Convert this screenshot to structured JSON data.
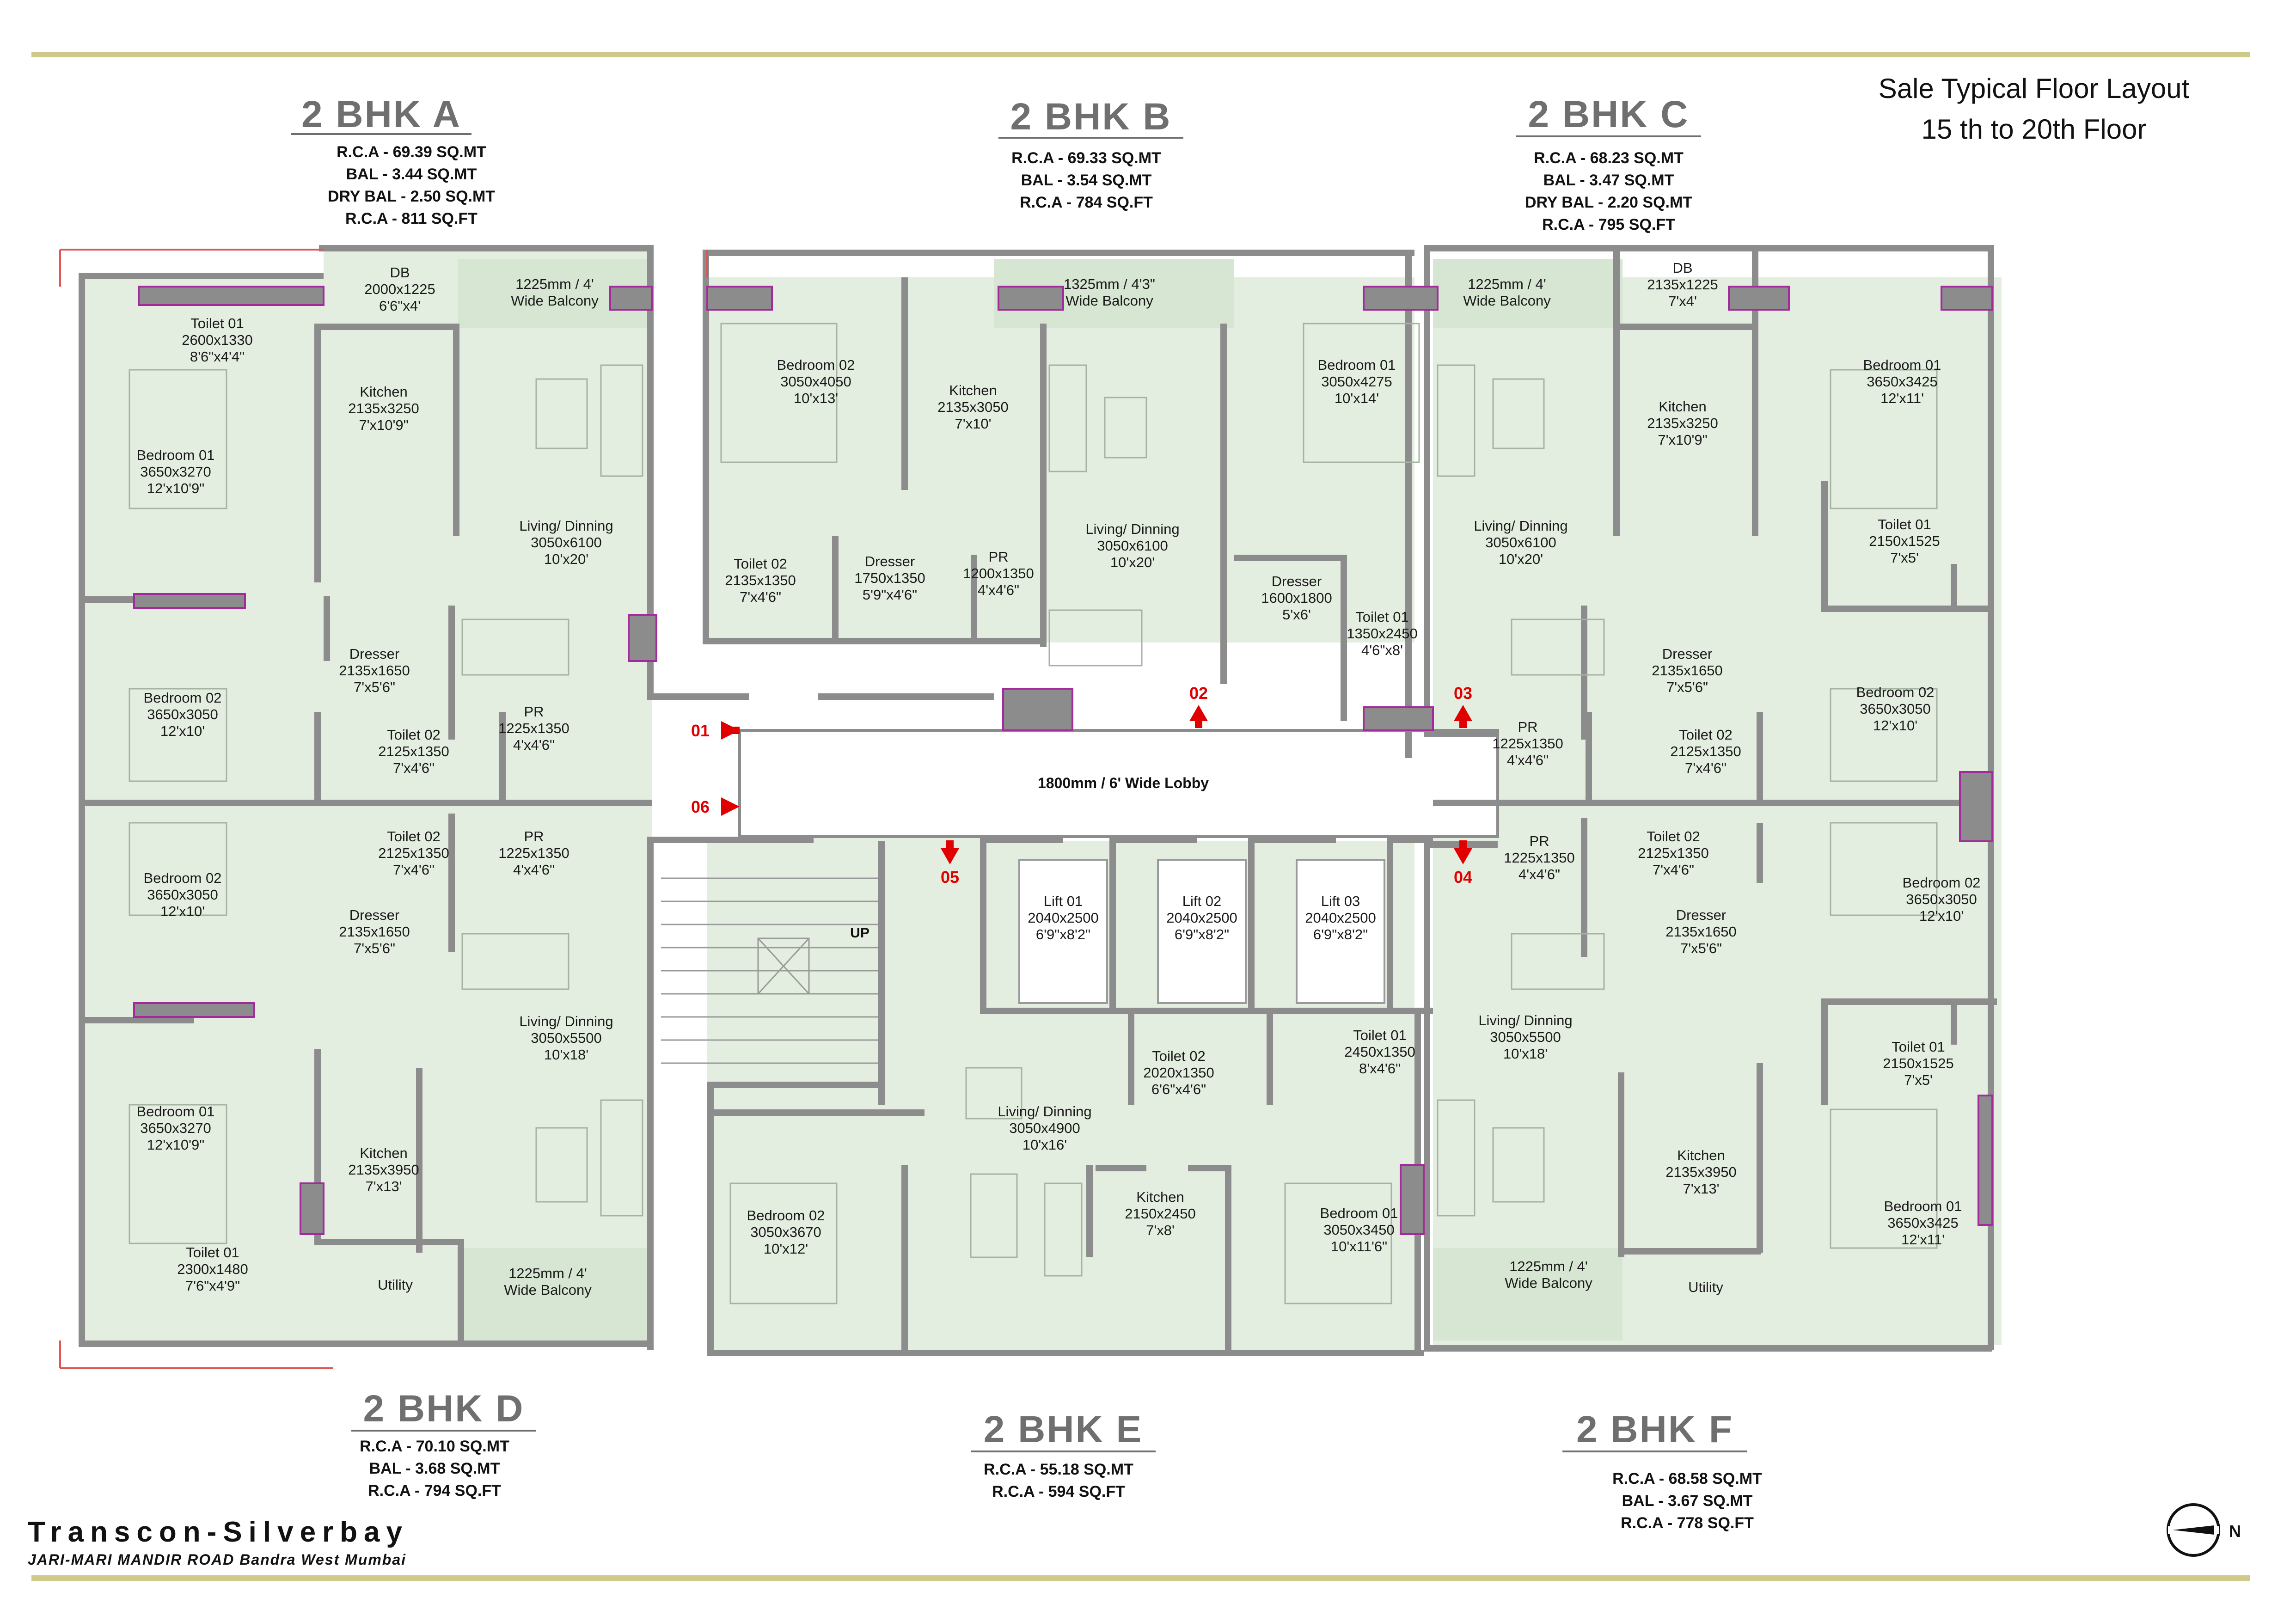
{
  "header": {
    "title_line1": "Sale Typical Floor Layout",
    "title_line2": "15 th to 20th Floor"
  },
  "units": {
    "a": {
      "name": "2 BHK  A",
      "specs": [
        "R.C.A - 69.39 SQ.MT",
        "BAL - 3.44 SQ.MT",
        "DRY BAL - 2.50 SQ.MT",
        "R.C.A - 811 SQ.FT"
      ]
    },
    "b": {
      "name": "2 BHK  B",
      "specs": [
        "R.C.A - 69.33 SQ.MT",
        "BAL - 3.54 SQ.MT",
        "R.C.A - 784 SQ.FT"
      ]
    },
    "c": {
      "name": "2 BHK  C",
      "specs": [
        "R.C.A - 68.23 SQ.MT",
        "BAL - 3.47 SQ.MT",
        "DRY BAL - 2.20 SQ.MT",
        "R.C.A - 795 SQ.FT"
      ]
    },
    "d": {
      "name": "2 BHK  D",
      "specs": [
        "R.C.A - 70.10 SQ.MT",
        "BAL - 3.68 SQ.MT",
        "R.C.A - 794 SQ.FT"
      ]
    },
    "e": {
      "name": "2 BHK  E",
      "specs": [
        "R.C.A - 55.18 SQ.MT",
        "R.C.A - 594 SQ.FT"
      ]
    },
    "f": {
      "name": "2 BHK  F",
      "specs": [
        "R.C.A - 68.58 SQ.MT",
        "BAL - 3.67 SQ.MT",
        "R.C.A - 778 SQ.FT"
      ]
    }
  },
  "rooms": {
    "a_db": [
      "DB",
      "2000x1225",
      "6'6\"x4'"
    ],
    "a_balcony": [
      "1225mm / 4'",
      "Wide Balcony"
    ],
    "a_toilet01": [
      "Toilet 01",
      "2600x1330",
      "8'6\"x4'4\""
    ],
    "a_kitchen": [
      "Kitchen",
      "2135x3250",
      "7'x10'9\""
    ],
    "a_bedroom01": [
      "Bedroom 01",
      "3650x3270",
      "12'x10'9\""
    ],
    "a_living": [
      "Living/ Dinning",
      "3050x6100",
      "10'x20'"
    ],
    "a_dresser": [
      "Dresser",
      "2135x1650",
      "7'x5'6\""
    ],
    "a_bedroom02": [
      "Bedroom 02",
      "3650x3050",
      "12'x10'"
    ],
    "a_toilet02": [
      "Toilet 02",
      "2125x1350",
      "7'x4'6\""
    ],
    "a_pr": [
      "PR",
      "1225x1350",
      "4'x4'6\""
    ],
    "b_balcony": [
      "1325mm / 4'3\"",
      "Wide Balcony"
    ],
    "b_bedroom02": [
      "Bedroom 02",
      "3050x4050",
      "10'x13'"
    ],
    "b_kitchen": [
      "Kitchen",
      "2135x3050",
      "7'x10'"
    ],
    "b_bedroom01": [
      "Bedroom 01",
      "3050x4275",
      "10'x14'"
    ],
    "b_living": [
      "Living/ Dinning",
      "3050x6100",
      "10'x20'"
    ],
    "b_toilet02": [
      "Toilet 02",
      "2135x1350",
      "7'x4'6\""
    ],
    "b_dresser": [
      "Dresser",
      "1750x1350",
      "5'9\"x4'6\""
    ],
    "b_pr": [
      "PR",
      "1200x1350",
      "4'x4'6\""
    ],
    "b_dresser2": [
      "Dresser",
      "1600x1800",
      "5'x6'"
    ],
    "b_toilet01": [
      "Toilet 01",
      "1350x2450",
      "4'6\"x8'"
    ],
    "c_balcony": [
      "1225mm / 4'",
      "Wide Balcony"
    ],
    "c_db": [
      "DB",
      "2135x1225",
      "7'x4'"
    ],
    "c_bedroom01": [
      "Bedroom 01",
      "3650x3425",
      "12'x11'"
    ],
    "c_kitchen": [
      "Kitchen",
      "2135x3250",
      "7'x10'9\""
    ],
    "c_living": [
      "Living/ Dinning",
      "3050x6100",
      "10'x20'"
    ],
    "c_toilet01": [
      "Toilet 01",
      "2150x1525",
      "7'x5'"
    ],
    "c_dresser": [
      "Dresser",
      "2135x1650",
      "7'x5'6\""
    ],
    "c_bedroom02": [
      "Bedroom 02",
      "3650x3050",
      "12'x10'"
    ],
    "c_pr": [
      "PR",
      "1225x1350",
      "4'x4'6\""
    ],
    "c_toilet02": [
      "Toilet 02",
      "2125x1350",
      "7'x4'6\""
    ],
    "d_bedroom02": [
      "Bedroom 02",
      "3650x3050",
      "12'x10'"
    ],
    "d_toilet02": [
      "Toilet 02",
      "2125x1350",
      "7'x4'6\""
    ],
    "d_pr": [
      "PR",
      "1225x1350",
      "4'x4'6\""
    ],
    "d_dresser": [
      "Dresser",
      "2135x1650",
      "7'x5'6\""
    ],
    "d_living": [
      "Living/ Dinning",
      "3050x5500",
      "10'x18'"
    ],
    "d_bedroom01": [
      "Bedroom 01",
      "3650x3270",
      "12'x10'9\""
    ],
    "d_kitchen": [
      "Kitchen",
      "2135x3950",
      "7'x13'"
    ],
    "d_toilet01": [
      "Toilet 01",
      "2300x1480",
      "7'6\"x4'9\""
    ],
    "d_utility": [
      "Utility"
    ],
    "d_balcony": [
      "1225mm / 4'",
      "Wide Balcony"
    ],
    "lift01": [
      "Lift 01",
      "2040x2500",
      "6'9\"x8'2\""
    ],
    "lift02": [
      "Lift 02",
      "2040x2500",
      "6'9\"x8'2\""
    ],
    "lift03": [
      "Lift 03",
      "2040x2500",
      "6'9\"x8'2\""
    ],
    "e_toilet02": [
      "Toilet 02",
      "2020x1350",
      "6'6\"x4'6\""
    ],
    "e_toilet01": [
      "Toilet 01",
      "2450x1350",
      "8'x4'6\""
    ],
    "e_living": [
      "Living/ Dinning",
      "3050x4900",
      "10'x16'"
    ],
    "e_bedroom02": [
      "Bedroom 02",
      "3050x3670",
      "10'x12'"
    ],
    "e_kitchen": [
      "Kitchen",
      "2150x2450",
      "7'x8'"
    ],
    "e_bedroom01": [
      "Bedroom 01",
      "3050x3450",
      "10'x11'6\""
    ],
    "f_pr": [
      "PR",
      "1225x1350",
      "4'x4'6\""
    ],
    "f_toilet02": [
      "Toilet 02",
      "2125x1350",
      "7'x4'6\""
    ],
    "f_bedroom02": [
      "Bedroom 02",
      "3650x3050",
      "12'x10'"
    ],
    "f_dresser": [
      "Dresser",
      "2135x1650",
      "7'x5'6\""
    ],
    "f_living": [
      "Living/ Dinning",
      "3050x5500",
      "10'x18'"
    ],
    "f_toilet01": [
      "Toilet 01",
      "2150x1525",
      "7'x5'"
    ],
    "f_kitchen": [
      "Kitchen",
      "2135x3950",
      "7'x13'"
    ],
    "f_bedroom01": [
      "Bedroom 01",
      "3650x3425",
      "12'x11'"
    ],
    "f_utility": [
      "Utility"
    ],
    "f_balcony": [
      "1225mm / 4'",
      "Wide Balcony"
    ]
  },
  "lobby": {
    "label": "1800mm / 6' Wide Lobby"
  },
  "stair": {
    "label": "UP"
  },
  "flat_numbers": [
    "01",
    "02",
    "03",
    "04",
    "05",
    "06"
  ],
  "footer": {
    "brand": "Transcon-Silverbay",
    "address": "JARI-MARI MANDIR ROAD Bandra West Mumbai"
  },
  "colors": {
    "room_fill": "#e4eee0",
    "wall": "#8c8c8c",
    "accent_line": "#cfc98a",
    "marker": "#e00000",
    "outline": "#a32a9c"
  },
  "icons": [
    "north-arrow-icon",
    "entry-arrow-icon"
  ]
}
